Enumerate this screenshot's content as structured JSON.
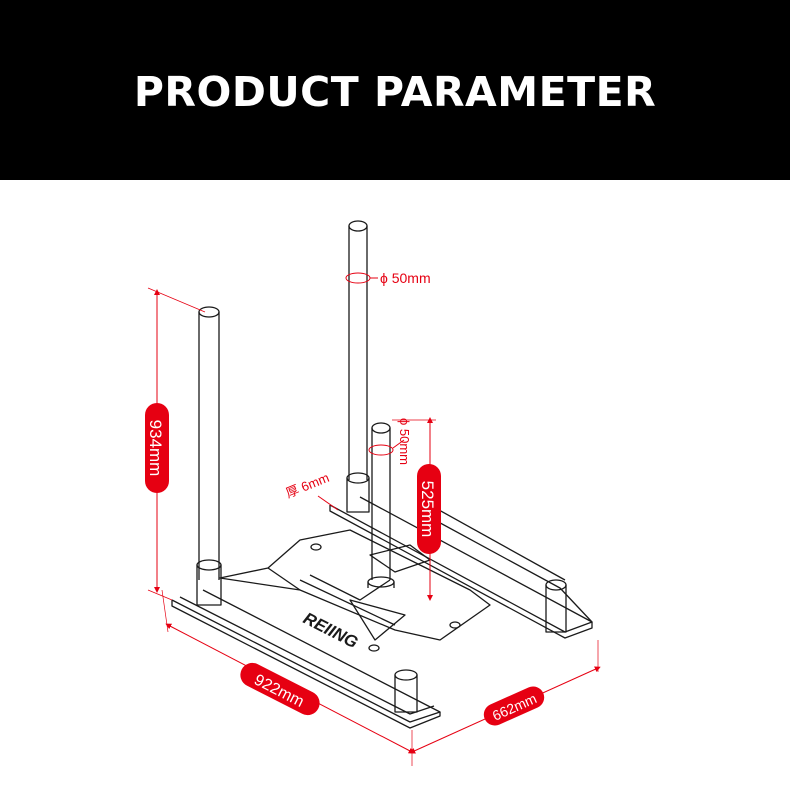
{
  "header": {
    "title": "PRODUCT PARAMETER"
  },
  "product": {
    "brand_logo_text": "REIING",
    "drawing_name": "sled-line-drawing"
  },
  "dimensions": {
    "height_total": "934mm",
    "post_height": "525mm",
    "length": "922mm",
    "width": "662mm",
    "diameter_top": "ϕ 50mm",
    "diameter_center": "ϕ 50mm",
    "plate_thickness": "厚 6mm"
  },
  "colors": {
    "accent": "#e60012",
    "line": "#1a1a1a",
    "header_bg": "#000000"
  }
}
